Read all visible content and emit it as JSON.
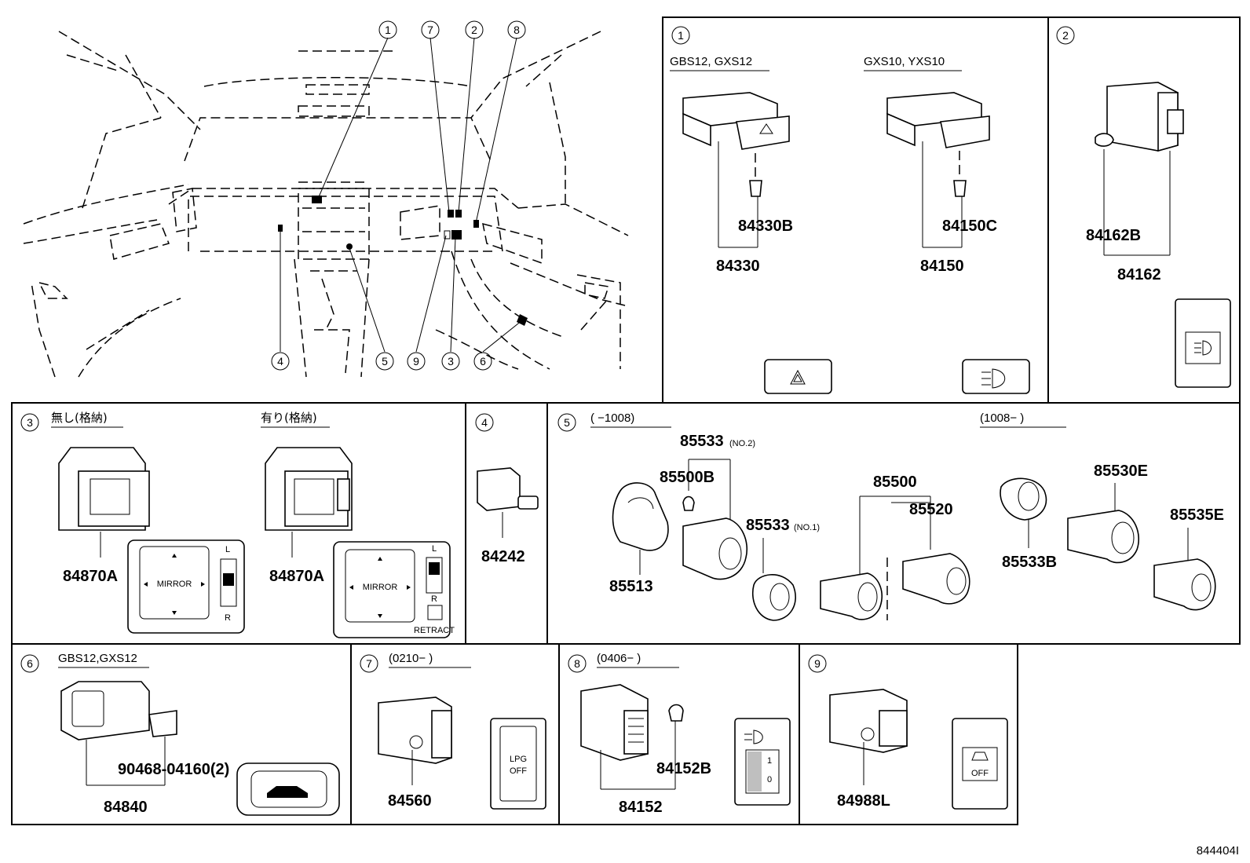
{
  "location_callouts": [
    "1",
    "7",
    "2",
    "8",
    "4",
    "5",
    "9",
    "3",
    "6"
  ],
  "panel1": {
    "num": "1",
    "left": {
      "heading": "GBS12, GXS12",
      "part": "84330",
      "sub": "84330B"
    },
    "right": {
      "heading": "GXS10, YXS10",
      "part": "84150",
      "sub": "84150C"
    }
  },
  "panel2": {
    "num": "2",
    "part": "84162",
    "sub": "84162B"
  },
  "panel3": {
    "num": "3",
    "left": {
      "heading": "無し(格納)",
      "part": "84870A"
    },
    "right": {
      "heading": "有り(格納)",
      "part": "84870A"
    },
    "mirror_label": "MIRROR",
    "l": "L",
    "r": "R",
    "retract": "RETRACT"
  },
  "panel4": {
    "num": "4",
    "part": "84242"
  },
  "panel5": {
    "num": "5",
    "left_range": "(      −1008)",
    "right_range": "(1008−      )",
    "parts": {
      "p85533no2": "85533",
      "p85533no2_note": "(NO.2)",
      "p85500b": "85500B",
      "p85513": "85513",
      "p85533no1": "85533",
      "p85533no1_note": "(NO.1)",
      "p85500": "85500",
      "p85520": "85520",
      "p85533b": "85533B",
      "p85530e": "85530E",
      "p85535e": "85535E"
    }
  },
  "panel6": {
    "num": "6",
    "heading": "GBS12,GXS12",
    "part": "84840",
    "sub": "90468-04160(2)"
  },
  "panel7": {
    "num": "7",
    "range": "(0210−      )",
    "part": "84560",
    "lpg": "LPG",
    "off": "OFF"
  },
  "panel8": {
    "num": "8",
    "range": "(0406−      )",
    "part": "84152",
    "sub": "84152B"
  },
  "panel9": {
    "num": "9",
    "part": "84988L",
    "off": "OFF"
  },
  "figure_code": "844404I"
}
